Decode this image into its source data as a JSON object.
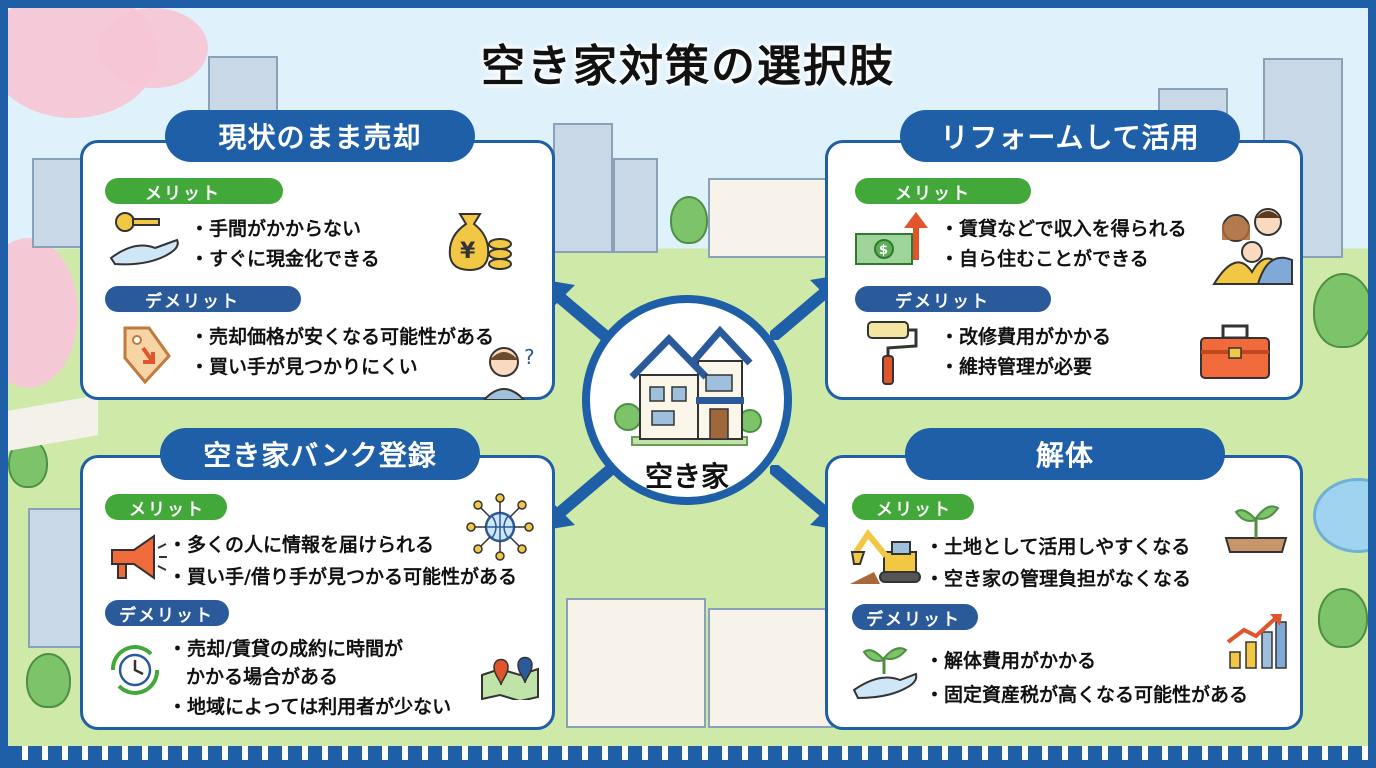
{
  "title": "空き家対策の選択肢",
  "center": {
    "label": "空き家"
  },
  "options": {
    "sell": {
      "title": "現状のまま売却",
      "merit_label": "メリット",
      "merits": [
        "・手間がかからない",
        "・すぐに現金化できる"
      ],
      "demerit_label": "デメリット",
      "demerits": [
        "・売却価格が安くなる可能性がある",
        "・買い手が見つかりにくい"
      ]
    },
    "reform": {
      "title": "リフォームして活用",
      "merit_label": "メリット",
      "merits": [
        "・賃貸などで収入を得られる",
        "・自ら住むことができる"
      ],
      "demerit_label": "デメリット",
      "demerits": [
        "・改修費用がかかる",
        "・維持管理が必要"
      ]
    },
    "bank": {
      "title": "空き家バンク登録",
      "merit_label": "メリット",
      "merits": [
        "・多くの人に情報を届けられる",
        "・買い手/借り手が見つかる可能性がある"
      ],
      "demerit_label": "デメリット",
      "demerits": [
        "・売却/賃貸の成約に時間が",
        "かかる場合がある",
        "・地域によっては利用者が少ない"
      ]
    },
    "demolish": {
      "title": "解体",
      "merit_label": "メリット",
      "merits": [
        "・土地として活用しやすくなる",
        "・空き家の管理負担がなくなる"
      ],
      "demerit_label": "デメリット",
      "demerits": [
        "・解体費用がかかる",
        "・固定資産税が高くなる可能性がある"
      ]
    }
  },
  "colors": {
    "primary": "#1f5fa8",
    "merit": "#43a83a",
    "demerit": "#2a5a9a"
  },
  "icons": {
    "sell_merit": "key-hand-icon",
    "sell_merit_right": "money-bag-icon",
    "sell_demerit": "price-tag-down-icon",
    "sell_demerit_right": "worried-person-icon",
    "reform_merit": "money-up-icon",
    "reform_merit_right": "family-icon",
    "reform_demerit": "paint-roller-icon",
    "reform_demerit_right": "toolbox-icon",
    "bank_merit": "megaphone-icon",
    "bank_merit_right": "network-globe-icon",
    "bank_demerit": "clock-cycle-icon",
    "bank_demerit_right": "map-pin-icon",
    "demolish_merit": "excavator-icon",
    "demolish_merit_right": "sprout-land-icon",
    "demolish_demerit": "plant-hand-icon",
    "demolish_demerit_right": "rising-chart-icon",
    "center": "house-icon"
  }
}
